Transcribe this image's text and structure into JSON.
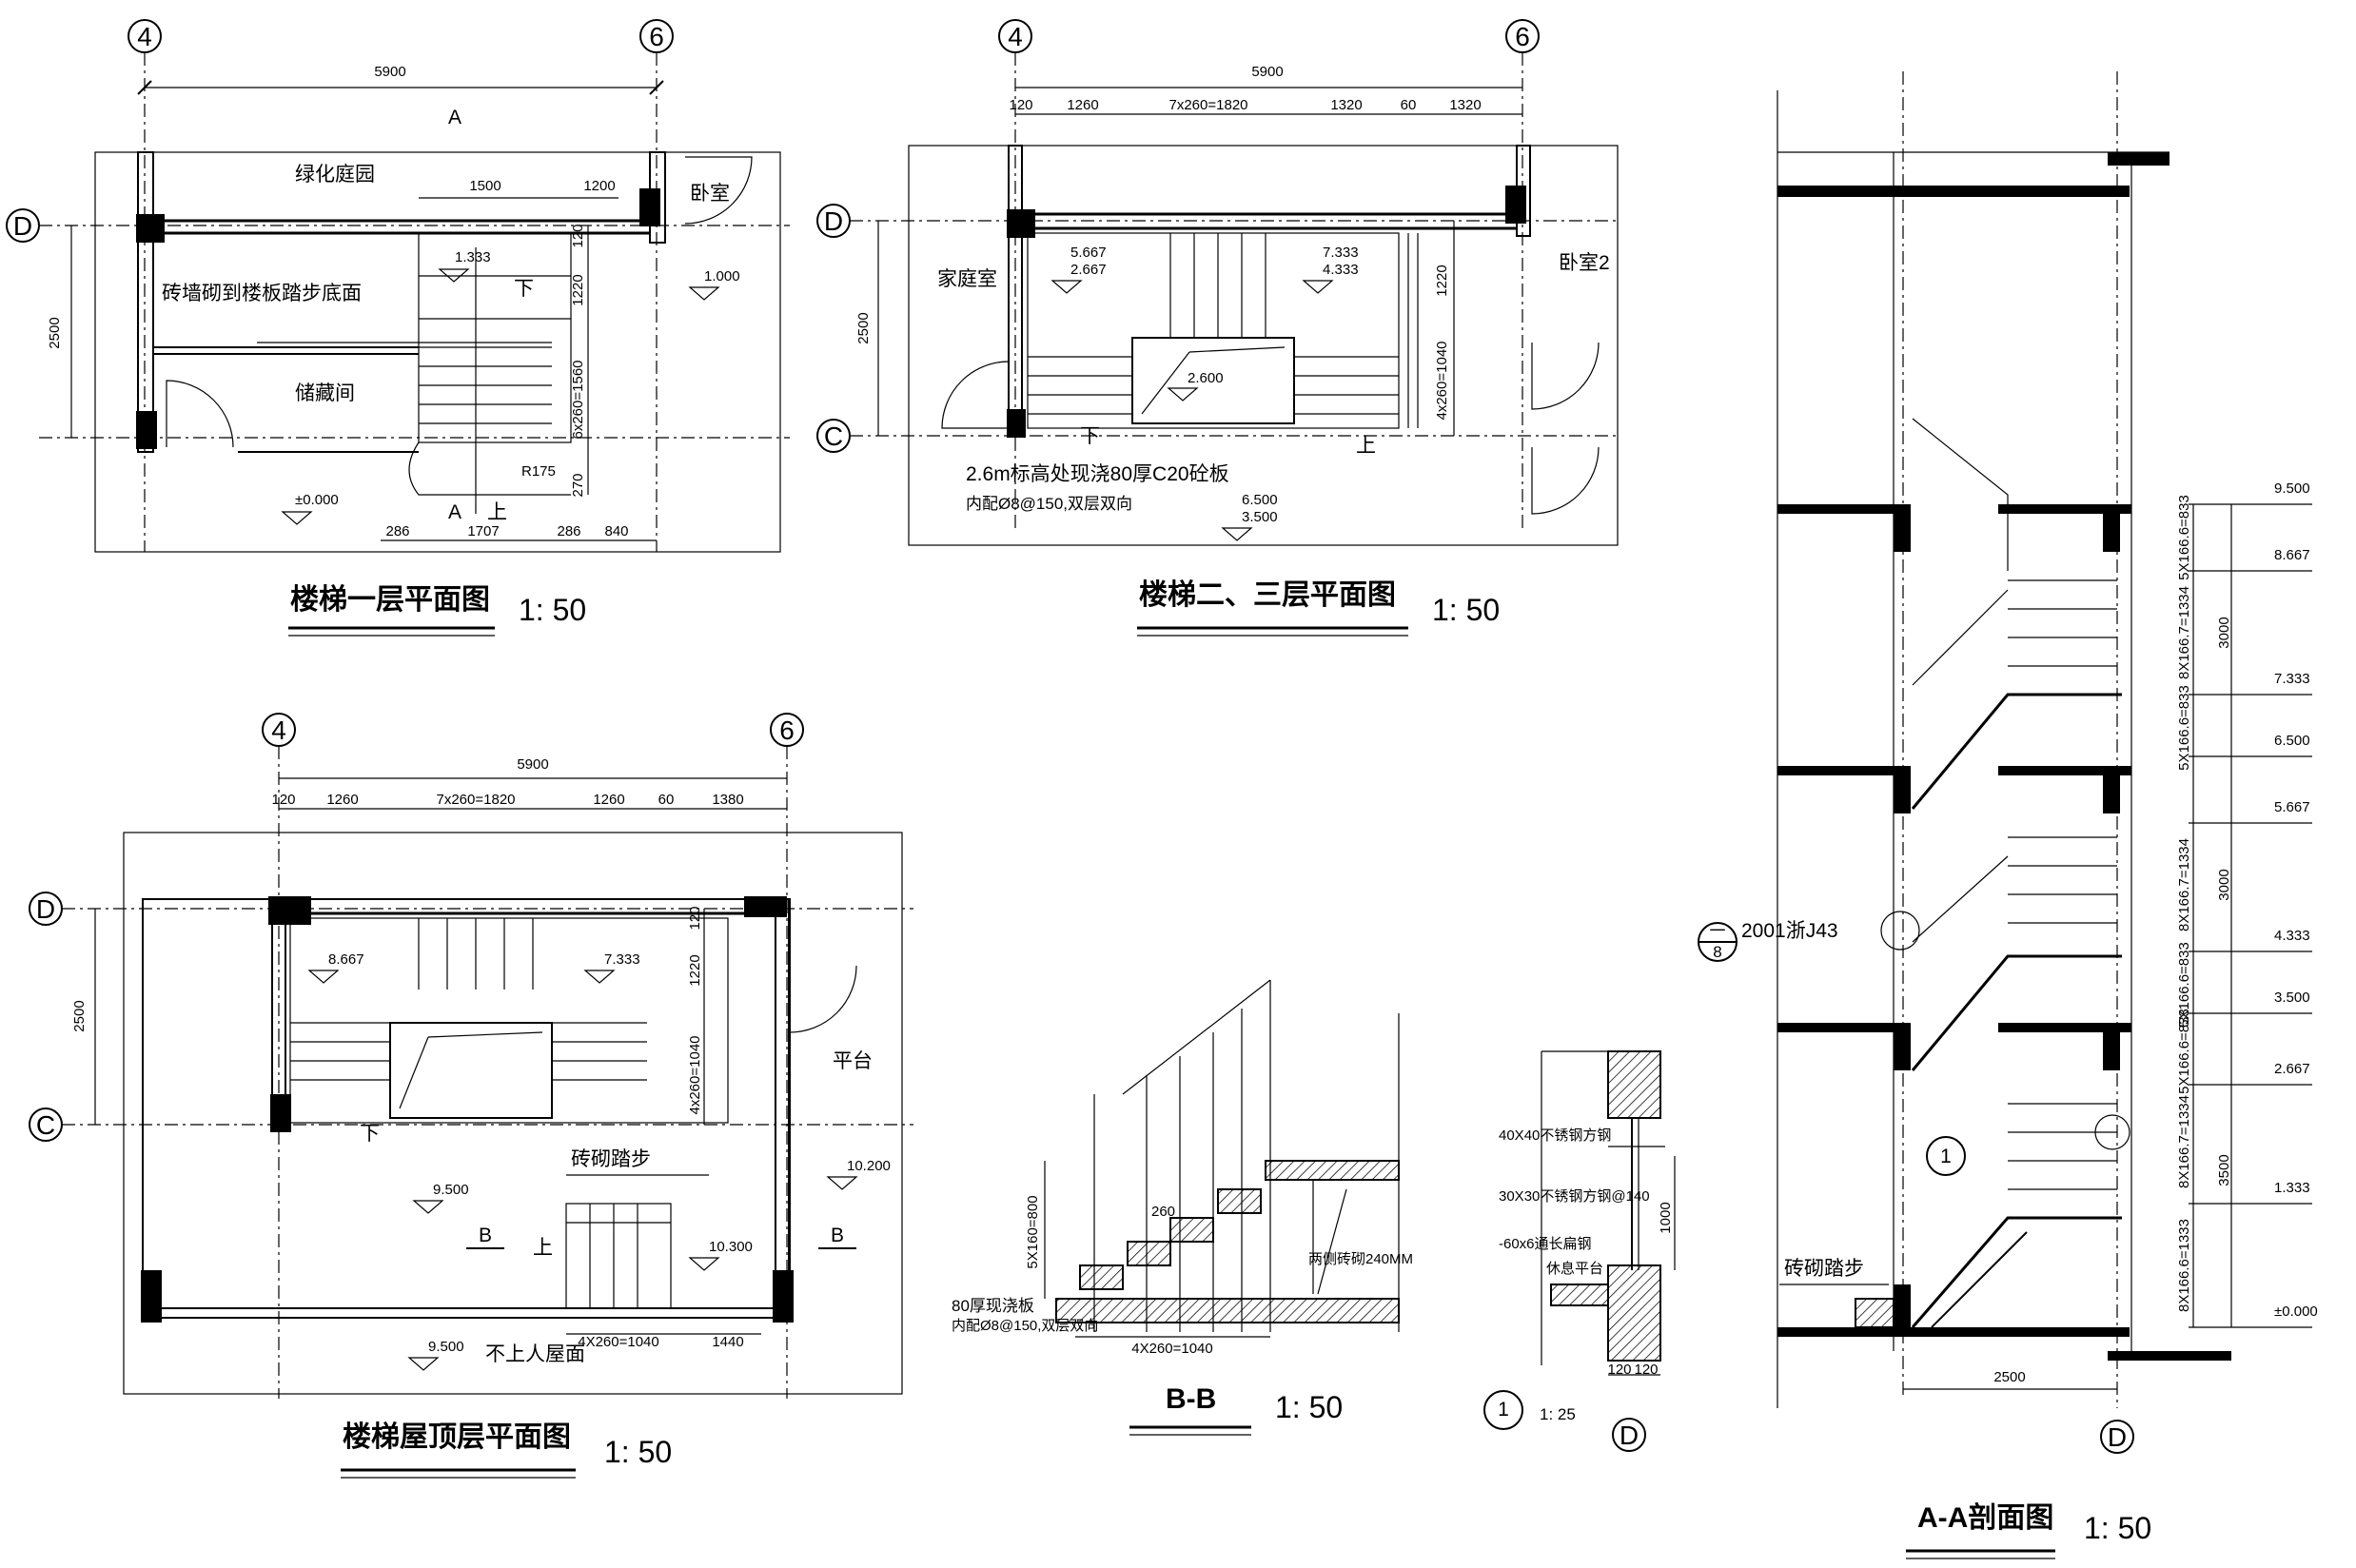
{
  "plan1": {
    "title": "楼梯一层平面图",
    "scale": "1: 50",
    "grid_left": "4",
    "grid_right": "6",
    "grid_top_row": "D",
    "grid_bottom_row": "C",
    "dim_overall": "5900",
    "dim_1500": "1500",
    "dim_1200": "1200",
    "dim_2500": "2500",
    "dim_120": "120",
    "dim_1220": "1220",
    "dim_1560": "6x260=1560",
    "dim_270": "270",
    "dim_bottom": [
      "286",
      "1707",
      "286",
      "840"
    ],
    "room_garden": "绿化庭园",
    "room_bedroom": "卧室",
    "room_storage": "储藏间",
    "note_wall": "砖墙砌到楼板踏步底面",
    "level_1333": "1.333",
    "level_1000": "1.000",
    "level_0": "±0.000",
    "label_down": "下",
    "label_up": "上",
    "section_a": "A",
    "radius": "R175"
  },
  "plan2": {
    "title": "楼梯二、三层平面图",
    "scale": "1: 50",
    "grid_left": "4",
    "grid_right": "6",
    "grid_top_row": "D",
    "grid_bottom_row": "C",
    "dim_overall": "5900",
    "dim_top": [
      "120",
      "1260",
      "7x260=1820",
      "1320",
      "60",
      "1320"
    ],
    "dim_2500": "2500",
    "dim_1220": "1220",
    "dim_1040": "4x260=1040",
    "room_family": "家庭室",
    "room_bedroom2": "卧室2",
    "levels_left": [
      "5.667",
      "2.667"
    ],
    "levels_right": [
      "7.333",
      "4.333"
    ],
    "level_2600": "2.600",
    "levels_bottom": [
      "6.500",
      "3.500"
    ],
    "note_slab": "2.6m标高处现浇80厚C20砼板",
    "note_rebar": "内配Ø8@150,双层双向",
    "label_down": "下",
    "label_up": "上"
  },
  "plan3": {
    "title": "楼梯屋顶层平面图",
    "scale": "1: 50",
    "grid_left": "4",
    "grid_right": "6",
    "grid_top_row": "D",
    "grid_bottom_row": "C",
    "dim_overall": "5900",
    "dim_top": [
      "120",
      "1260",
      "7x260=1820",
      "1260",
      "60",
      "1380"
    ],
    "dim_2500": "2500",
    "dim_120": "120",
    "dim_1220": "1220",
    "dim_1040": "4x260=1040",
    "dim_bottom": [
      "4X260=1040",
      "1440"
    ],
    "level_8667": "8.667",
    "level_7333": "7.333",
    "level_9500": "9.500",
    "level_10200": "10.200",
    "level_10300": "10.300",
    "level_roof": "9.500",
    "note_roof": "不上人屋面",
    "room_platform": "平台",
    "note_brick_steps": "砖砌踏步",
    "label_down": "下",
    "label_up": "上",
    "section_b": "B"
  },
  "sectionBB": {
    "title": "B-B",
    "scale": "1: 50",
    "dim_vertical": "5X160=800",
    "dim_260": "260",
    "dim_bottom": "4X260=1040",
    "note_slab": "80厚现浇板",
    "note_rebar": "内配Ø8@150,双层双向",
    "note_wall": "两侧砖砌240MM"
  },
  "detail1": {
    "label": "1",
    "scale": "1: 25",
    "grid": "D",
    "notes": [
      "40X40不锈钢方钢",
      "30X30不锈钢方钢@140",
      "-60x6通长扁钢",
      "休息平台"
    ],
    "dim_1000": "1000",
    "dims_bottom": [
      "120",
      "120"
    ]
  },
  "sectionAA": {
    "title": "A-A剖面图",
    "scale": "1: 50",
    "grid": "D",
    "dim_2500": "2500",
    "levels": [
      "9.500",
      "8.667",
      "7.333",
      "6.500",
      "5.667",
      "4.333",
      "3.500",
      "2.667",
      "1.333",
      "±0.000"
    ],
    "dims_rise": [
      "5X166.6=833",
      "8X166.7=1334",
      "5X166.6=833",
      "8X166.7=1334",
      "5X166.6=833",
      "5X166.6=833",
      "8X166.7=1334",
      "8X166.6=1333"
    ],
    "dims_floor": [
      "3000",
      "3000",
      "3500"
    ],
    "note_brick_steps": "砖砌踏步",
    "ref_std": "2001浙J43",
    "ref_sheet": "8",
    "ref_dash": "一",
    "detail_ref": "1"
  }
}
